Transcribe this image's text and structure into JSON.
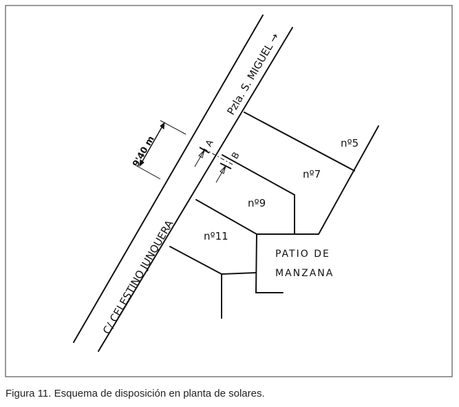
{
  "figure": {
    "streets": {
      "main": "C/ CELESTINO JUNQUERA",
      "side": "Pzla. S. MIGUEL →"
    },
    "dimension": "9'40 m",
    "sections": [
      "A",
      "B"
    ],
    "lots": [
      "nº5",
      "nº7",
      "nº9",
      "nº11"
    ],
    "courtyard": [
      "PATIO DE",
      "MANZANA"
    ]
  },
  "caption": "Figura 11. Esquema de disposición en planta de solares."
}
